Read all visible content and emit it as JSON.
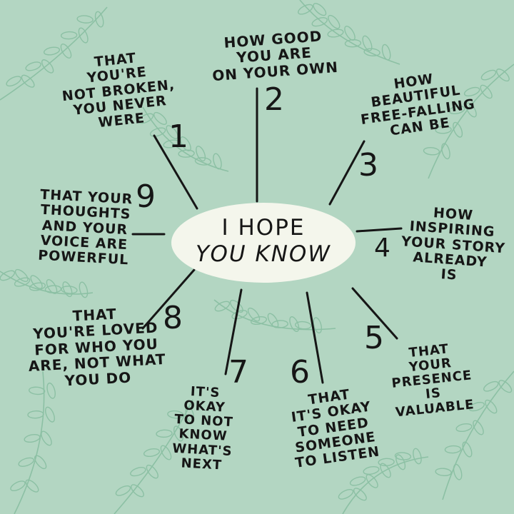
{
  "colors": {
    "background": "#b3d6c2",
    "leaf": "#8cc0a4",
    "ink": "#161616",
    "bubble": "#f4f6ec"
  },
  "center": {
    "line1": "I HOPE",
    "line2": "YOU KNOW"
  },
  "items": [
    {
      "number": "1",
      "lines": [
        "THAT",
        "YOU'RE",
        "NOT BROKEN,",
        "YOU NEVER",
        "WERE"
      ]
    },
    {
      "number": "2",
      "lines": [
        "HOW GOOD",
        "YOU ARE",
        "ON YOUR OWN"
      ]
    },
    {
      "number": "3",
      "lines": [
        "HOW",
        "BEAUTIFUL",
        "FREE-FALLING",
        "CAN BE"
      ]
    },
    {
      "number": "4",
      "lines": [
        "HOW",
        "INSPIRING",
        "YOUR STORY",
        "ALREADY",
        "IS"
      ]
    },
    {
      "number": "5",
      "lines": [
        "THAT",
        "YOUR",
        "PRESENCE",
        "IS",
        "VALUABLE"
      ]
    },
    {
      "number": "6",
      "lines": [
        "THAT",
        "IT'S OKAY",
        "TO NEED",
        "SOMEONE",
        "TO LISTEN"
      ]
    },
    {
      "number": "7",
      "lines": [
        "IT'S",
        "OKAY",
        "TO NOT",
        "KNOW",
        "WHAT'S",
        "NEXT"
      ]
    },
    {
      "number": "8",
      "lines": [
        "THAT",
        "YOU'RE LOVED",
        "FOR WHO YOU",
        "ARE, NOT WHAT",
        "YOU DO"
      ]
    },
    {
      "number": "9",
      "lines": [
        "THAT YOUR",
        "THOUGHTS",
        "AND YOUR",
        "VOICE ARE",
        "POWERFUL"
      ]
    }
  ]
}
